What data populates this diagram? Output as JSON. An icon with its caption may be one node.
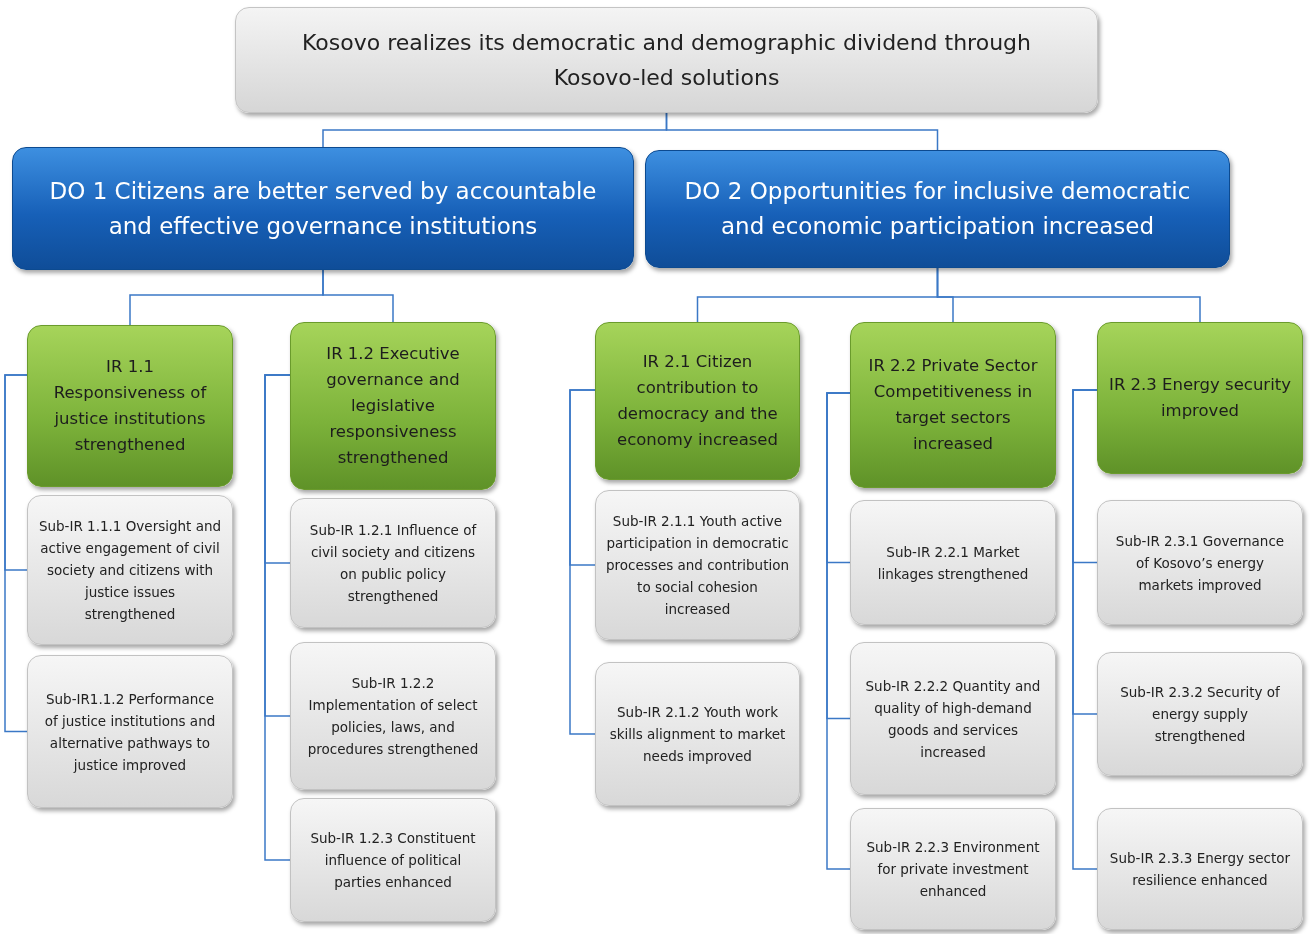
{
  "diagram": {
    "nodes": [
      {
        "text": [
          "Kosovo realizes its democratic and demographic dividend through Kosovo-led solutions"
        ]
      },
      {
        "text": [
          "DO 1 Citizens are better served by accountable and effective governance institutions"
        ]
      },
      {
        "text": [
          "DO 2 Opportunities for inclusive democratic and economic participation increased"
        ]
      },
      {
        "text": [
          "IR 1.1 Responsiveness of justice institutions strengthened"
        ]
      },
      {
        "text": [
          "IR 1.2 Executive governance and legislative responsiveness strengthened"
        ]
      },
      {
        "text": [
          "IR 2.1 Citizen contribution to democracy and the economy increased"
        ]
      },
      {
        "text": [
          "IR 2.2 Private Sector Competitiveness in target sectors increased"
        ]
      },
      {
        "text": [
          "IR 2.3 Energy security improved"
        ]
      },
      {
        "text": [
          "Sub-IR 1.1.1 Oversight and active engagement of civil society and citizens with justice issues strengthened"
        ]
      },
      {
        "text": [
          "Sub-IR1.1.2 Performance of justice institutions and alternative pathways to justice improved"
        ]
      },
      {
        "text": [
          "Sub-IR 1.2.1 Influence of civil society and citizens on public policy strengthened"
        ]
      },
      {
        "text": [
          "Sub-IR 1.2.2 Implementation of select policies, laws, and procedures strengthened"
        ]
      },
      {
        "text": [
          "Sub-IR 1.2.3 Constituent influence of political parties enhanced"
        ]
      },
      {
        "text": [
          "Sub-IR 2.1.1 Youth active participation in democratic processes and contribution to social cohesion increased"
        ]
      },
      {
        "text": [
          "Sub-IR 2.1.2 Youth work skills alignment to market needs improved"
        ]
      },
      {
        "text": [
          "Sub-IR 2.2.1 Market linkages strengthened"
        ]
      },
      {
        "text": [
          "Sub-IR 2.2.2 Quantity and quality of high-demand goods and services increased"
        ]
      },
      {
        "text": [
          "Sub-IR 2.2.3 Environment for private investment enhanced"
        ]
      },
      {
        "text": [
          "Sub-IR 2.3.1 Governance of Kosovo’s energy markets improved"
        ]
      },
      {
        "text": [
          "Sub-IR 2.3.2 Security of energy supply strengthened"
        ]
      },
      {
        "text": [
          "Sub-IR 2.3.3 Energy sector resilience enhanced"
        ]
      }
    ],
    "edges": [
      {
        "from": 0,
        "to": 1,
        "arrow": "none"
      },
      {
        "from": 0,
        "to": 2,
        "arrow": "none"
      },
      {
        "from": 1,
        "to": 3,
        "arrow": "none"
      },
      {
        "from": 1,
        "to": 4,
        "arrow": "none"
      },
      {
        "from": 2,
        "to": 5,
        "arrow": "none"
      },
      {
        "from": 2,
        "to": 6,
        "arrow": "none"
      },
      {
        "from": 2,
        "to": 7,
        "arrow": "none"
      },
      {
        "from": 3,
        "to": 8,
        "arrow": "none"
      },
      {
        "from": 3,
        "to": 9,
        "arrow": "none"
      },
      {
        "from": 4,
        "to": 10,
        "arrow": "none"
      },
      {
        "from": 4,
        "to": 11,
        "arrow": "none"
      },
      {
        "from": 4,
        "to": 12,
        "arrow": "none"
      },
      {
        "from": 5,
        "to": 13,
        "arrow": "none"
      },
      {
        "from": 5,
        "to": 14,
        "arrow": "none"
      },
      {
        "from": 6,
        "to": 15,
        "arrow": "none"
      },
      {
        "from": 6,
        "to": 16,
        "arrow": "none"
      },
      {
        "from": 6,
        "to": 17,
        "arrow": "none"
      },
      {
        "from": 7,
        "to": 18,
        "arrow": "none"
      },
      {
        "from": 7,
        "to": 19,
        "arrow": "none"
      },
      {
        "from": 7,
        "to": 20,
        "arrow": "none"
      }
    ]
  }
}
